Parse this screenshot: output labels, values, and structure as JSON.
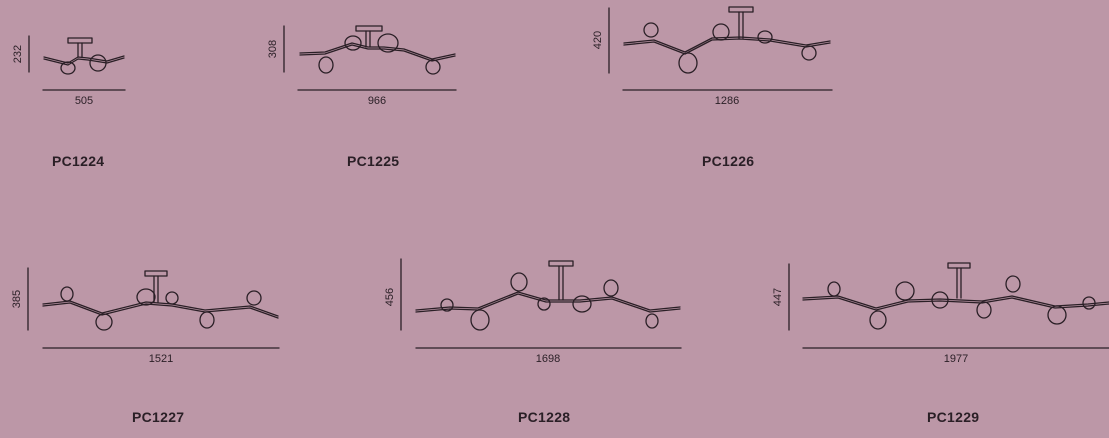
{
  "ink_color": "#2a1f26",
  "background_color": "#bc97a7",
  "lamps": [
    {
      "model": "PC1224",
      "height": "232",
      "width": "505"
    },
    {
      "model": "PC1225",
      "height": "308",
      "width": "966"
    },
    {
      "model": "PC1226",
      "height": "420",
      "width": "1286"
    },
    {
      "model": "PC1227",
      "height": "385",
      "width": "1521"
    },
    {
      "model": "PC1228",
      "height": "456",
      "width": "1698"
    },
    {
      "model": "PC1229",
      "height": "447",
      "width": "1977"
    }
  ]
}
